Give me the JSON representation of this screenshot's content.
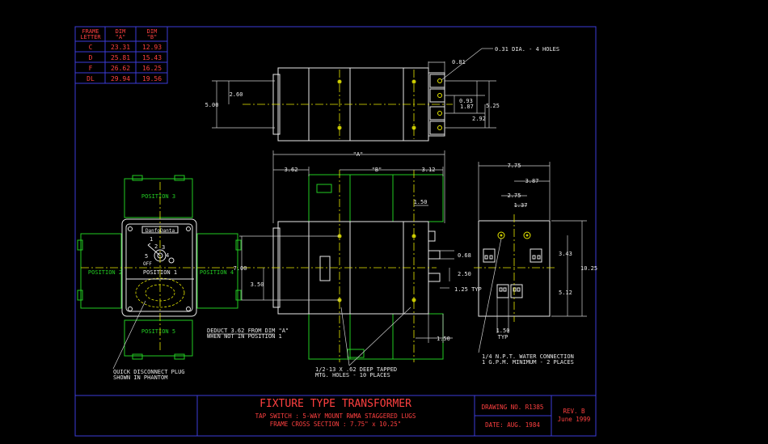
{
  "frame_table": {
    "headers": [
      "FRAME\nLETTER",
      "DIM\n\"A\"",
      "DIM\n\"B\""
    ],
    "header_lines": [
      [
        "FRAME",
        "LETTER"
      ],
      [
        "DIM",
        "\"A\""
      ],
      [
        "DIM",
        "\"B\""
      ]
    ],
    "rows": [
      [
        "C",
        "23.31",
        "12.93"
      ],
      [
        "D",
        "25.81",
        "15.43"
      ],
      [
        "F",
        "26.62",
        "16.25"
      ],
      [
        "DL",
        "29.94",
        "19.56"
      ]
    ]
  },
  "top_view_dims": {
    "d_0_81": "0.81",
    "d_2_60": "2.60",
    "d_5_00": "5.00",
    "d_0_93": "0.93",
    "d_1_87": "1.87",
    "d_5_25": "5.25",
    "d_2_92": "2.92",
    "holes_note": "0.31 DIA. - 4 HOLES"
  },
  "side_view_dims": {
    "dim_a": "\"A\"",
    "dim_b": "\"B\"",
    "d_3_62": "3.62",
    "d_3_12": "3.12",
    "d_1_50_top": "1.50",
    "d_7_00": "7.00",
    "d_3_50": "3.50",
    "d_0_68": "0.68",
    "d_2_50": "2.50",
    "d_1_25": "1.25 TYP",
    "d_1_50_bot": "1.50",
    "tapped_note_1": "1/2-13 X .62 DEEP TAPPED",
    "tapped_note_2": "MTG. HOLES - 10 PLACES",
    "deduct_note_1": "DEDUCT 3.62 FROM DIM \"A\"",
    "deduct_note_2": "WHEN NOT IN POSITION 1"
  },
  "end_view_dims": {
    "d_7_75": "7.75",
    "d_3_87": "3.87",
    "d_2_75": "2.75",
    "d_1_37": "1.37",
    "d_3_43": "3.43",
    "d_10_25": "10.25",
    "d_5_12": "5.12",
    "d_1_50_typ": "1.50",
    "typ": "TYP",
    "water_note_1": "1/4 N.P.T. WATER CONNECTION",
    "water_note_2": "1 G.P.M. MINIMUM - 2 PLACES"
  },
  "front_view": {
    "position_3": "POSITION 3",
    "position_2": "POSITION 2",
    "position_4": "POSITION 4",
    "position_1": "POSITION 1",
    "position_5": "POSITION 5",
    "brand": "DanfoDanta",
    "switch_labels": [
      "1",
      "2",
      "3",
      "4",
      "5",
      "OFF"
    ],
    "plug_note_1": "QUICK DISCONNECT PLUG",
    "plug_note_2": "SHOWN IN PHANTOM"
  },
  "title_block": {
    "title": "FIXTURE   TYPE   TRANSFORMER",
    "subtitle_1": "TAP SWITCH : 5-WAY MOUNT RWMA STAGGERED LUGS",
    "subtitle_2": "FRAME CROSS SECTION : 7.75\" x 10.25\"",
    "drawing_no": "DRAWING NO. R1385",
    "date": "DATE: AUG. 1984",
    "rev": "REV. B",
    "rev_date": "June 1999"
  },
  "colors": {
    "background": "#000000",
    "border": "#3d3dd8",
    "outline": "#e8e8e8",
    "phantom": "#22cc22",
    "centerline": "#e8e800",
    "title": "#ff4040"
  }
}
